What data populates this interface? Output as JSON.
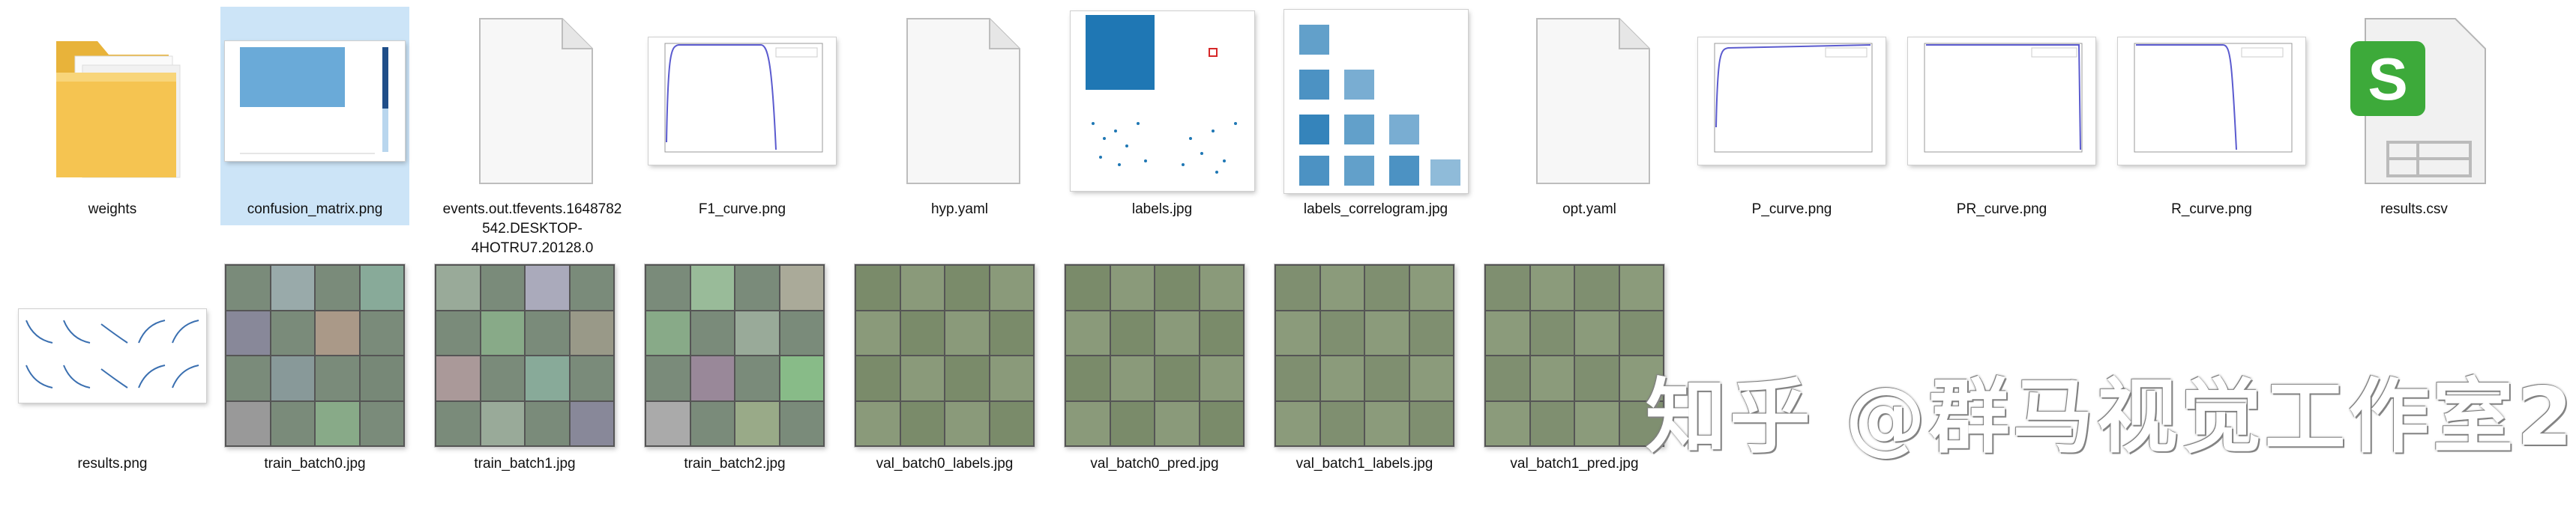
{
  "files_row1": [
    {
      "label": "weights",
      "kind": "folder"
    },
    {
      "label": "confusion_matrix.png",
      "kind": "image",
      "selected": true
    },
    {
      "label": "events.out.tfevents.1648782542.DESKTOP-4HOTRU7.20128.0",
      "kind": "blank"
    },
    {
      "label": "F1_curve.png",
      "kind": "image"
    },
    {
      "label": "hyp.yaml",
      "kind": "blank"
    },
    {
      "label": "labels.jpg",
      "kind": "image"
    },
    {
      "label": "labels_correlogram.jpg",
      "kind": "image"
    },
    {
      "label": "opt.yaml",
      "kind": "blank"
    },
    {
      "label": "P_curve.png",
      "kind": "image"
    },
    {
      "label": "PR_curve.png",
      "kind": "image"
    },
    {
      "label": "R_curve.png",
      "kind": "image"
    },
    {
      "label": "results.csv",
      "kind": "spreadsheet"
    }
  ],
  "files_row2": [
    {
      "label": "results.png",
      "kind": "image"
    },
    {
      "label": "train_batch0.jpg",
      "kind": "image"
    },
    {
      "label": "train_batch1.jpg",
      "kind": "image"
    },
    {
      "label": "train_batch2.jpg",
      "kind": "image"
    },
    {
      "label": "val_batch0_labels.jpg",
      "kind": "image"
    },
    {
      "label": "val_batch0_pred.jpg",
      "kind": "image"
    },
    {
      "label": "val_batch1_labels.jpg",
      "kind": "image"
    },
    {
      "label": "val_batch1_pred.jpg",
      "kind": "image"
    }
  ],
  "watermark": "知乎 @群马视觉工作室2",
  "colors": {
    "selection": "#cce4f7",
    "folder": "#f5c451",
    "plot_blue": "#1f77b4",
    "sheet_green": "#3daa3a"
  }
}
